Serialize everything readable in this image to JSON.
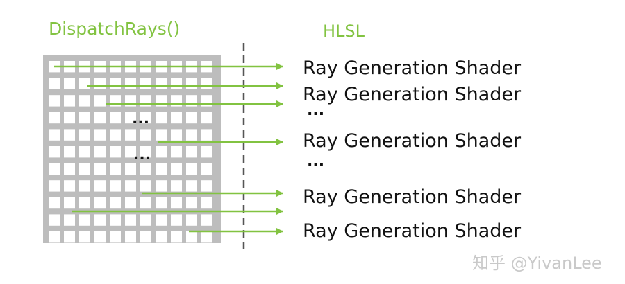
{
  "titles": {
    "left": "DispatchRays()",
    "right": "HLSL"
  },
  "shader_label": "Ray Generation Shader",
  "ellipsis": "...",
  "watermark": "知乎 @YivanLee",
  "colors": {
    "accent": "#82c341",
    "grid": "#bdbdbd",
    "text": "#111111",
    "divider": "#555555",
    "watermark": "#c9c9c9"
  },
  "grid": {
    "rows": 11,
    "cols": 11
  },
  "rows": [
    {
      "label": "Ray Generation Shader"
    },
    {
      "label": "Ray Generation Shader"
    },
    {
      "label": "..."
    },
    {
      "label": "Ray Generation Shader"
    },
    {
      "label": "..."
    },
    {
      "label": "Ray Generation Shader"
    },
    {
      "label": "Ray Generation Shader"
    }
  ]
}
